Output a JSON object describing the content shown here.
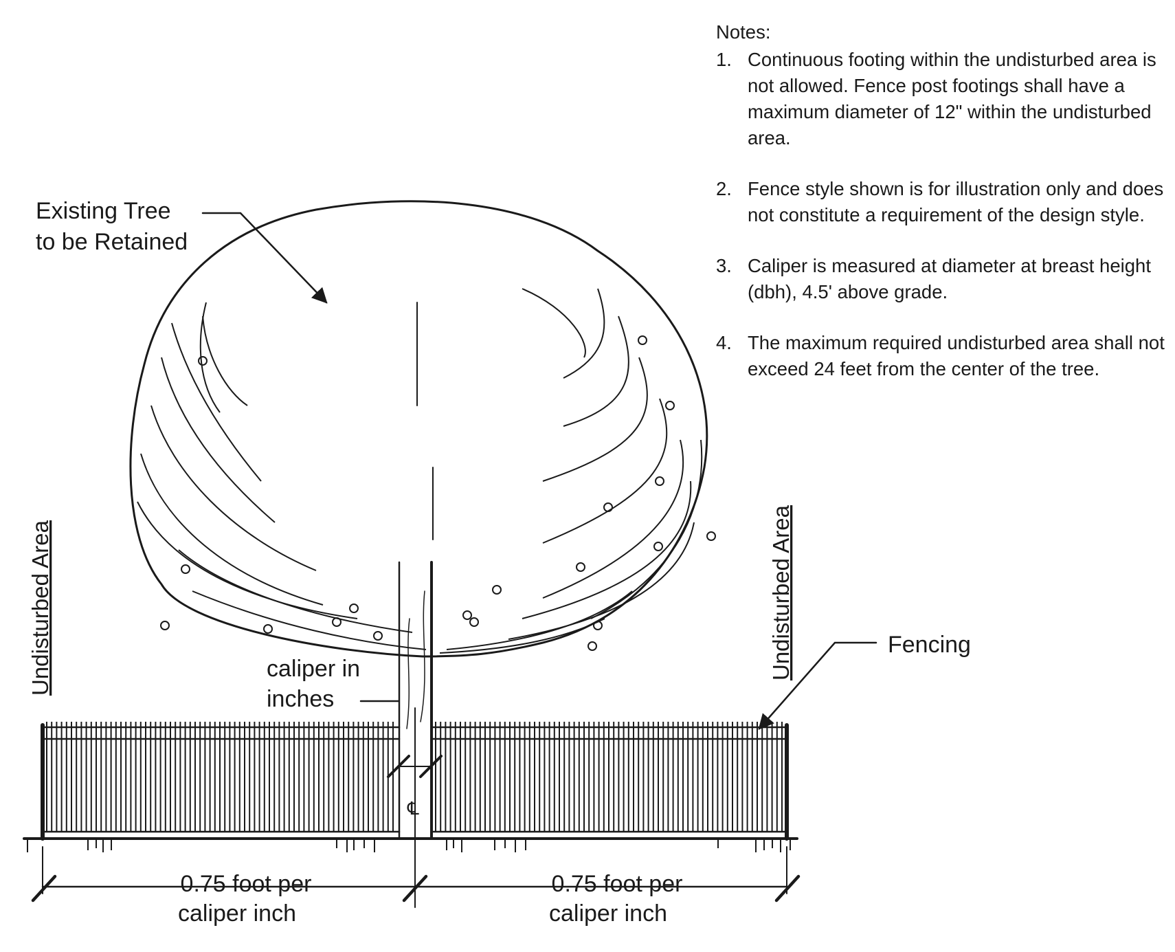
{
  "notes": {
    "heading": "Notes:",
    "items": [
      {
        "number": "1.",
        "text": "Continuous footing within the undisturbed area is not allowed. Fence post footings shall have a maximum diameter of 12\" within the undisturbed area."
      },
      {
        "number": "2.",
        "text": "Fence style shown is for illustration only and does not constitute a requirement of the design style."
      },
      {
        "number": "3.",
        "text": "Caliper is measured at diameter at breast height (dbh), 4.5' above grade."
      },
      {
        "number": "4.",
        "text": "The maximum required undisturbed area shall not exceed 24 feet from the center of the tree."
      }
    ]
  },
  "labels": {
    "tree_line1": "Existing Tree",
    "tree_line2": "to be Retained",
    "undisturbed_left": "Undisturbed Area",
    "undisturbed_right": "Undisturbed Area",
    "fencing": "Fencing",
    "caliper_line1": "caliper in",
    "caliper_line2": "inches",
    "centerline": "℄"
  },
  "dimensions": {
    "left_line1": "0.75 foot per",
    "left_line2": "caliper inch",
    "right_line1": "0.75 foot per",
    "right_line2": "caliper inch"
  },
  "icons": {
    "centerline_symbol": "centerline-icon",
    "leader_arrow": "arrow-icon"
  }
}
